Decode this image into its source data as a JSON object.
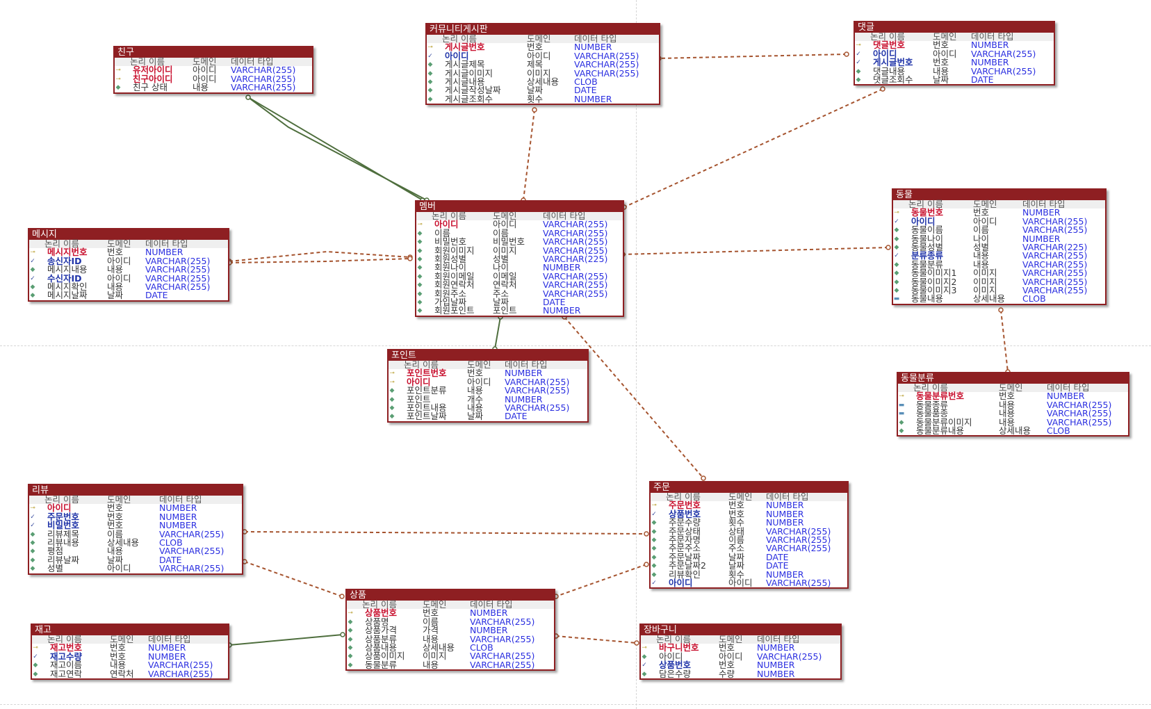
{
  "header": {
    "name": "논리 이름",
    "domain": "도메인",
    "datatype": "데이터 타입"
  },
  "colors": {
    "title_bg": "#8e1f22",
    "pk": "#c8102e",
    "fk": "#1f33a8",
    "datatype": "#2a2ee0",
    "link": "#a5532e",
    "link_solid": "#4e6e3d"
  },
  "entities": [
    {
      "id": "friend",
      "title": "친구",
      "rows": [
        {
          "name": "유저아이디",
          "domain": "아이디",
          "datatype": "VARCHAR(255)",
          "key": "pf",
          "icon": "key-fk"
        },
        {
          "name": "친구아이디",
          "domain": "아이디",
          "datatype": "VARCHAR(255)",
          "key": "pf",
          "icon": "key-fk"
        },
        {
          "name": "친구 상태",
          "domain": "내용",
          "datatype": "VARCHAR(255)",
          "key": "",
          "icon": "attr"
        }
      ]
    },
    {
      "id": "board",
      "title": "커뮤니티게시판",
      "rows": [
        {
          "name": "게시글번호",
          "domain": "번호",
          "datatype": "NUMBER",
          "key": "pk",
          "icon": "key"
        },
        {
          "name": "아이디",
          "domain": "아이디",
          "datatype": "VARCHAR(255)",
          "key": "fk",
          "icon": "fk"
        },
        {
          "name": "게시글제목",
          "domain": "제목",
          "datatype": "VARCHAR(255)",
          "key": "",
          "icon": "attr"
        },
        {
          "name": "게시글이미지",
          "domain": "이미지",
          "datatype": "VARCHAR(255)",
          "key": "",
          "icon": "attr"
        },
        {
          "name": "게시글내용",
          "domain": "상세내용",
          "datatype": "CLOB",
          "key": "",
          "icon": "attr"
        },
        {
          "name": "게시글작성날짜",
          "domain": "날짜",
          "datatype": "DATE",
          "key": "",
          "icon": "attr"
        },
        {
          "name": "게시글조회수",
          "domain": "횟수",
          "datatype": "NUMBER",
          "key": "",
          "icon": "attr"
        }
      ]
    },
    {
      "id": "comment",
      "title": "댓글",
      "rows": [
        {
          "name": "댓글번호",
          "domain": "번호",
          "datatype": "NUMBER",
          "key": "pk",
          "icon": "key"
        },
        {
          "name": "아이디",
          "domain": "아이디",
          "datatype": "VARCHAR(255)",
          "key": "fk",
          "icon": "fk"
        },
        {
          "name": "게시글번호",
          "domain": "번호",
          "datatype": "NUMBER",
          "key": "fk",
          "icon": "fk"
        },
        {
          "name": "댓글내용",
          "domain": "내용",
          "datatype": "VARCHAR(255)",
          "key": "",
          "icon": "attr"
        },
        {
          "name": "댓글조회수",
          "domain": "날짜",
          "datatype": "DATE",
          "key": "",
          "icon": "attr"
        }
      ]
    },
    {
      "id": "member",
      "title": "멤버",
      "rows": [
        {
          "name": "아이디",
          "domain": "아이디",
          "datatype": "VARCHAR(255)",
          "key": "pk",
          "icon": "key"
        },
        {
          "name": "이름",
          "domain": "이름",
          "datatype": "VARCHAR(255)",
          "key": "",
          "icon": "attr"
        },
        {
          "name": "비밀번호",
          "domain": "비밀번호",
          "datatype": "VARCHAR(255)",
          "key": "",
          "icon": "attr"
        },
        {
          "name": "회원이미지",
          "domain": "이미지",
          "datatype": "VARCHAR(255)",
          "key": "",
          "icon": "attr"
        },
        {
          "name": "회원성별",
          "domain": "성별",
          "datatype": "VARCHAR(225)",
          "key": "",
          "icon": "attr"
        },
        {
          "name": "회원나이",
          "domain": "나이",
          "datatype": "NUMBER",
          "key": "",
          "icon": "attr"
        },
        {
          "name": "회원이메일",
          "domain": "이메일",
          "datatype": "VARCHAR(255)",
          "key": "",
          "icon": "attr"
        },
        {
          "name": "회원연락처",
          "domain": "연락처",
          "datatype": "VARCHAR(255)",
          "key": "",
          "icon": "attr"
        },
        {
          "name": "회원주소",
          "domain": "주소",
          "datatype": "VARCHAR(255)",
          "key": "",
          "icon": "attr"
        },
        {
          "name": "가입날짜",
          "domain": "날짜",
          "datatype": "DATE",
          "key": "",
          "icon": "attr"
        },
        {
          "name": "회원포인트",
          "domain": "포인트",
          "datatype": "NUMBER",
          "key": "",
          "icon": "attr"
        }
      ]
    },
    {
      "id": "message",
      "title": "메시지",
      "rows": [
        {
          "name": "메시지번호",
          "domain": "번호",
          "datatype": "NUMBER",
          "key": "pk",
          "icon": "key"
        },
        {
          "name": "송신자ID",
          "domain": "아이디",
          "datatype": "VARCHAR(255)",
          "key": "fk",
          "icon": "fk"
        },
        {
          "name": "메시지내용",
          "domain": "내용",
          "datatype": "VARCHAR(255)",
          "key": "",
          "icon": "attr"
        },
        {
          "name": "수신자ID",
          "domain": "아이디",
          "datatype": "VARCHAR(255)",
          "key": "fk",
          "icon": "fk"
        },
        {
          "name": "메시지확인",
          "domain": "내용",
          "datatype": "VARCHAR(255)",
          "key": "",
          "icon": "attr"
        },
        {
          "name": "메시지날짜",
          "domain": "날짜",
          "datatype": "DATE",
          "key": "",
          "icon": "attr"
        }
      ]
    },
    {
      "id": "animal",
      "title": "동물",
      "rows": [
        {
          "name": "동물번호",
          "domain": "번호",
          "datatype": "NUMBER",
          "key": "pk",
          "icon": "key"
        },
        {
          "name": "아이디",
          "domain": "아이디",
          "datatype": "VARCHAR(255)",
          "key": "fk",
          "icon": "fk"
        },
        {
          "name": "동물이름",
          "domain": "이름",
          "datatype": "VARCHAR(255)",
          "key": "",
          "icon": "attr"
        },
        {
          "name": "동물나이",
          "domain": "나이",
          "datatype": "NUMBER",
          "key": "",
          "icon": "attr"
        },
        {
          "name": "동물성별",
          "domain": "성별",
          "datatype": "VARCHAR(225)",
          "key": "",
          "icon": "attr"
        },
        {
          "name": "분류종류",
          "domain": "내용",
          "datatype": "VARCHAR(255)",
          "key": "fk",
          "icon": "fk"
        },
        {
          "name": "동물분류",
          "domain": "내용",
          "datatype": "VARCHAR(255)",
          "key": "",
          "icon": "attr"
        },
        {
          "name": "동물이미지1",
          "domain": "이미지",
          "datatype": "VARCHAR(255)",
          "key": "",
          "icon": "attr"
        },
        {
          "name": "동물이미지2",
          "domain": "이미지",
          "datatype": "VARCHAR(255)",
          "key": "",
          "icon": "attr"
        },
        {
          "name": "동물이미지3",
          "domain": "이미지",
          "datatype": "VARCHAR(255)",
          "key": "",
          "icon": "attr"
        },
        {
          "name": "동물내용",
          "domain": "상세내용",
          "datatype": "CLOB",
          "key": "",
          "icon": "attr2"
        }
      ]
    },
    {
      "id": "point",
      "title": "포인트",
      "rows": [
        {
          "name": "포인트번호",
          "domain": "번호",
          "datatype": "NUMBER",
          "key": "pk",
          "icon": "key"
        },
        {
          "name": "아이디",
          "domain": "아이디",
          "datatype": "VARCHAR(255)",
          "key": "pk",
          "icon": "key-fk"
        },
        {
          "name": "포인트분류",
          "domain": "내용",
          "datatype": "VARCHAR(255)",
          "key": "",
          "icon": "attr"
        },
        {
          "name": "포인트",
          "domain": "개수",
          "datatype": "NUMBER",
          "key": "",
          "icon": "attr"
        },
        {
          "name": "포인트내용",
          "domain": "내용",
          "datatype": "VARCHAR(255)",
          "key": "",
          "icon": "attr"
        },
        {
          "name": "포인트날짜",
          "domain": "날짜",
          "datatype": "DATE",
          "key": "",
          "icon": "attr"
        }
      ]
    },
    {
      "id": "animal_class",
      "title": "동물분류",
      "rows": [
        {
          "name": "동물분류번호",
          "domain": "번호",
          "datatype": "NUMBER",
          "key": "pk",
          "icon": "key"
        },
        {
          "name": "동물종류",
          "domain": "내용",
          "datatype": "VARCHAR(255)",
          "key": "",
          "icon": "attr2"
        },
        {
          "name": "동물품종",
          "domain": "내용",
          "datatype": "VARCHAR(255)",
          "key": "",
          "icon": "attr2"
        },
        {
          "name": "동물분류이미지",
          "domain": "내용",
          "datatype": "VARCHAR(255)",
          "key": "",
          "icon": "attr"
        },
        {
          "name": "동물분류내용",
          "domain": "상세내용",
          "datatype": "CLOB",
          "key": "",
          "icon": "attr"
        }
      ]
    },
    {
      "id": "review",
      "title": "리뷰",
      "rows": [
        {
          "name": "아이디",
          "domain": "번호",
          "datatype": "NUMBER",
          "key": "pk",
          "icon": "key"
        },
        {
          "name": "주문번호",
          "domain": "번호",
          "datatype": "NUMBER",
          "key": "fk",
          "icon": "fk"
        },
        {
          "name": "비밀번호",
          "domain": "번호",
          "datatype": "NUMBER",
          "key": "fk",
          "icon": "fk"
        },
        {
          "name": "리뷰제목",
          "domain": "이름",
          "datatype": "VARCHAR(255)",
          "key": "",
          "icon": "attr"
        },
        {
          "name": "리뷰내용",
          "domain": "상세내용",
          "datatype": "CLOB",
          "key": "",
          "icon": "attr"
        },
        {
          "name": "평점",
          "domain": "내용",
          "datatype": "VARCHAR(255)",
          "key": "",
          "icon": "attr"
        },
        {
          "name": "리뷰날짜",
          "domain": "날짜",
          "datatype": "DATE",
          "key": "",
          "icon": "attr"
        },
        {
          "name": "성별",
          "domain": "아이디",
          "datatype": "VARCHAR(255)",
          "key": "",
          "icon": "attr"
        }
      ]
    },
    {
      "id": "order",
      "title": "주문",
      "rows": [
        {
          "name": "주문번호",
          "domain": "번호",
          "datatype": "NUMBER",
          "key": "pk",
          "icon": "key"
        },
        {
          "name": "상품번호",
          "domain": "번호",
          "datatype": "NUMBER",
          "key": "fk",
          "icon": "fk"
        },
        {
          "name": "주문수량",
          "domain": "횟수",
          "datatype": "NUMBER",
          "key": "",
          "icon": "attr"
        },
        {
          "name": "주문상태",
          "domain": "상태",
          "datatype": "VARCHAR(255)",
          "key": "",
          "icon": "attr"
        },
        {
          "name": "주문자명",
          "domain": "이름",
          "datatype": "VARCHAR(255)",
          "key": "",
          "icon": "attr"
        },
        {
          "name": "주문주소",
          "domain": "주소",
          "datatype": "VARCHAR(255)",
          "key": "",
          "icon": "attr"
        },
        {
          "name": "주문날짜",
          "domain": "날짜",
          "datatype": "DATE",
          "key": "",
          "icon": "attr"
        },
        {
          "name": "주문날짜2",
          "domain": "날짜",
          "datatype": "DATE",
          "key": "",
          "icon": "attr"
        },
        {
          "name": "리뷰확인",
          "domain": "횟수",
          "datatype": "NUMBER",
          "key": "",
          "icon": "attr"
        },
        {
          "name": "아이디",
          "domain": "아이디",
          "datatype": "VARCHAR(255)",
          "key": "fk",
          "icon": "fk"
        }
      ]
    },
    {
      "id": "product",
      "title": "상품",
      "rows": [
        {
          "name": "상품번호",
          "domain": "번호",
          "datatype": "NUMBER",
          "key": "pk",
          "icon": "key"
        },
        {
          "name": "상품명",
          "domain": "이름",
          "datatype": "VARCHAR(255)",
          "key": "",
          "icon": "attr"
        },
        {
          "name": "상품가격",
          "domain": "가격",
          "datatype": "NUMBER",
          "key": "",
          "icon": "attr"
        },
        {
          "name": "상품분류",
          "domain": "내용",
          "datatype": "VARCHAR(255)",
          "key": "",
          "icon": "attr"
        },
        {
          "name": "상품내용",
          "domain": "상세내용",
          "datatype": "CLOB",
          "key": "",
          "icon": "attr"
        },
        {
          "name": "상품이미지",
          "domain": "이미지",
          "datatype": "VARCHAR(255)",
          "key": "",
          "icon": "attr"
        },
        {
          "name": "동물분류",
          "domain": "내용",
          "datatype": "VARCHAR(255)",
          "key": "",
          "icon": "attr"
        }
      ]
    },
    {
      "id": "stock",
      "title": "재고",
      "rows": [
        {
          "name": "재고번호",
          "domain": "번호",
          "datatype": "NUMBER",
          "key": "pk",
          "icon": "key"
        },
        {
          "name": "재고수량",
          "domain": "번호",
          "datatype": "NUMBER",
          "key": "fk",
          "icon": "fk"
        },
        {
          "name": "재고이름",
          "domain": "내용",
          "datatype": "VARCHAR(255)",
          "key": "",
          "icon": "attr"
        },
        {
          "name": "재고연락",
          "domain": "연락처",
          "datatype": "VARCHAR(255)",
          "key": "",
          "icon": "attr"
        }
      ]
    },
    {
      "id": "cart",
      "title": "장바구니",
      "rows": [
        {
          "name": "바구니번호",
          "domain": "번호",
          "datatype": "NUMBER",
          "key": "pk",
          "icon": "key"
        },
        {
          "name": "아이디",
          "domain": "아이디",
          "datatype": "VARCHAR(255)",
          "key": "",
          "icon": "attr"
        },
        {
          "name": "상품번호",
          "domain": "번호",
          "datatype": "NUMBER",
          "key": "fk",
          "icon": "fk"
        },
        {
          "name": "담은수량",
          "domain": "수량",
          "datatype": "NUMBER",
          "key": "",
          "icon": "attr"
        }
      ]
    }
  ],
  "relationships": [
    {
      "from": "friend",
      "to": "member",
      "style": "solid"
    },
    {
      "from": "board",
      "to": "member",
      "style": "dashed"
    },
    {
      "from": "comment",
      "to": "member",
      "style": "dashed"
    },
    {
      "from": "comment",
      "to": "board",
      "style": "dashed"
    },
    {
      "from": "message",
      "to": "member",
      "style": "dashed"
    },
    {
      "from": "animal",
      "to": "member",
      "style": "dashed"
    },
    {
      "from": "point",
      "to": "member",
      "style": "solid"
    },
    {
      "from": "animal",
      "to": "animal_class",
      "style": "dashed"
    },
    {
      "from": "order",
      "to": "member",
      "style": "dashed"
    },
    {
      "from": "review",
      "to": "order",
      "style": "dashed"
    },
    {
      "from": "review",
      "to": "product",
      "style": "dashed"
    },
    {
      "from": "order",
      "to": "product",
      "style": "dashed"
    },
    {
      "from": "stock",
      "to": "product",
      "style": "solid"
    },
    {
      "from": "cart",
      "to": "product",
      "style": "dashed"
    }
  ]
}
